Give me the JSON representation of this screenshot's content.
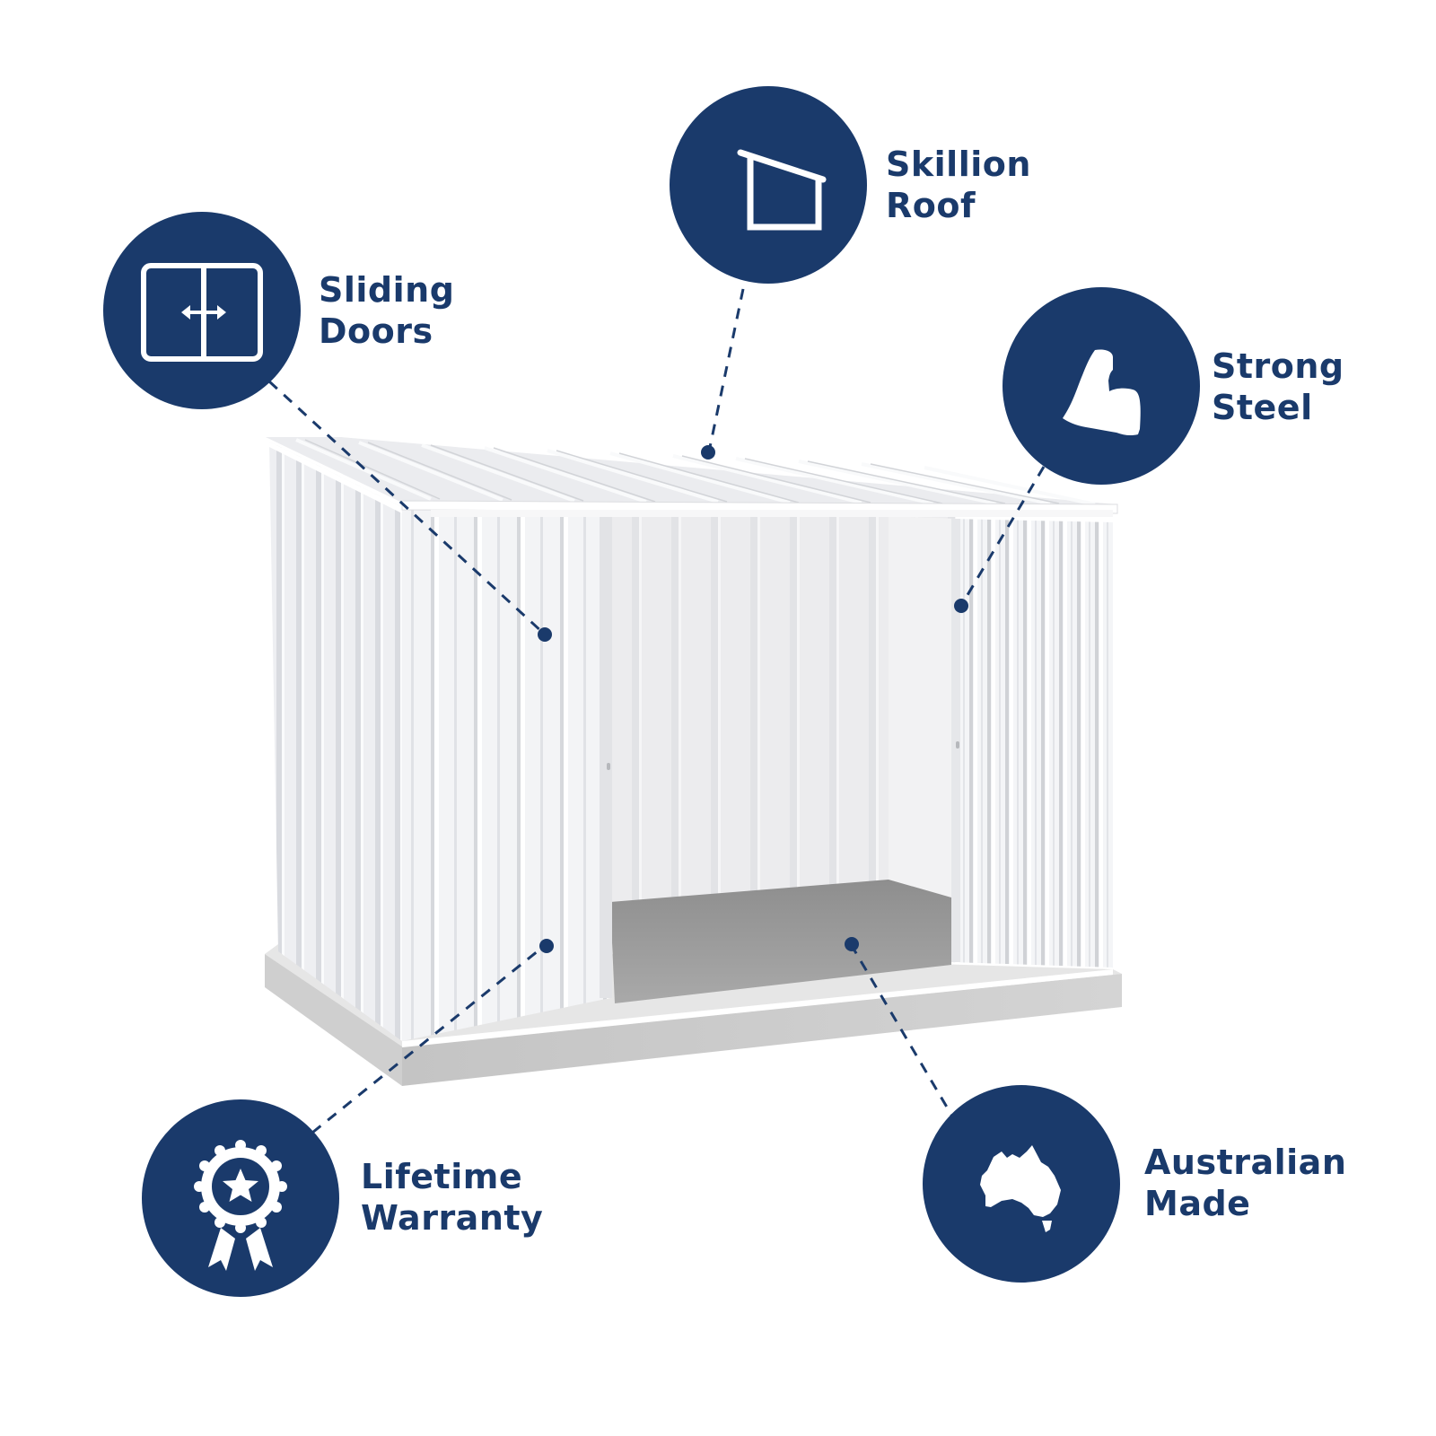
{
  "theme": {
    "navy": "#1a3a6b",
    "background": "#ffffff",
    "shed_white": "#f2f3f5",
    "floor_grey": "#9a9a9a",
    "base_grey": "#c9c9c9"
  },
  "product": {
    "name": "Skillion roof steel shed with sliding doors",
    "color": "white"
  },
  "features": [
    {
      "id": "sliding-doors",
      "icon": "sliding-door-icon",
      "line1": "Sliding",
      "line2": "Doors"
    },
    {
      "id": "skillion-roof",
      "icon": "skillion-roof-icon",
      "line1": "Skillion",
      "line2": "Roof"
    },
    {
      "id": "strong-steel",
      "icon": "flexed-bicep-icon",
      "line1": "Strong",
      "line2": "Steel"
    },
    {
      "id": "lifetime-warranty",
      "icon": "award-ribbon-star-icon",
      "line1": "Lifetime",
      "line2": "Warranty"
    },
    {
      "id": "australian-made",
      "icon": "australia-map-icon",
      "line1": "Australian",
      "line2": "Made"
    }
  ]
}
